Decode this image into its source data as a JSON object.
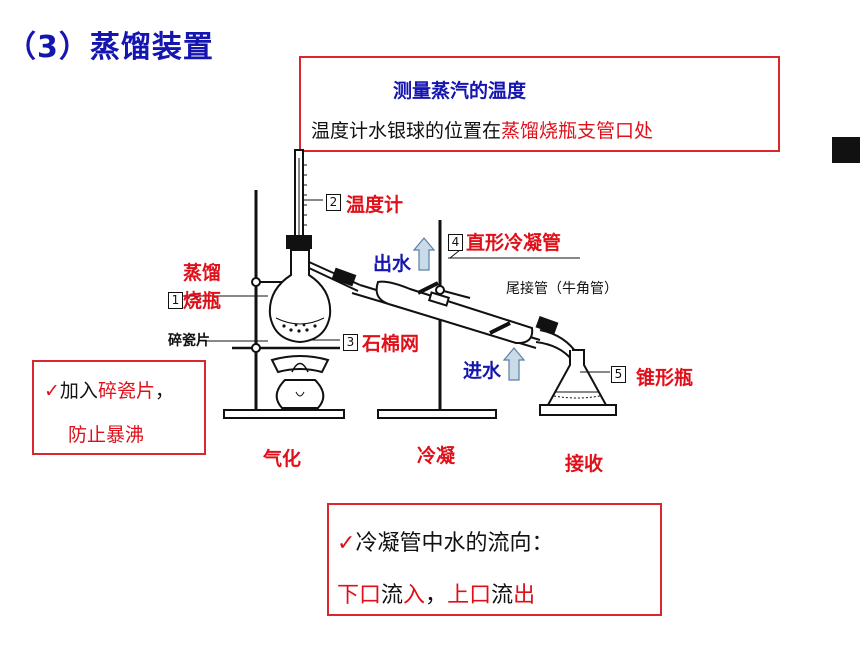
{
  "title": "（3）蒸馏装置",
  "top_box": {
    "heading": "测量蒸汽的温度",
    "line_prefix": "温度计水银球的位置在",
    "line_highlight": "蒸馏烧瓶支管口处"
  },
  "labels": {
    "n1": "1",
    "n2": "2",
    "n3": "3",
    "n4": "4",
    "n5": "5",
    "thermometer": "温度计",
    "flask_line1": "蒸馏",
    "flask_line2": "烧瓶",
    "porcelain": "碎瓷片",
    "gauze": "石棉网",
    "water_out": "出水",
    "water_in": "进水",
    "condenser": "直形冷凝管",
    "adapter": "尾接管（牛角管）",
    "conical_flask": "锥形瓶"
  },
  "stages": {
    "vaporize": "气化",
    "condense": "冷凝",
    "receive": "接收"
  },
  "left_box": {
    "check": "✓",
    "line1_a": "加入",
    "line1_b": "碎瓷片",
    "line1_c": "，",
    "line2": "防止暴沸"
  },
  "bottom_box": {
    "check": "✓",
    "line1": "冷凝管中水的流向：",
    "line2_a": "下口",
    "line2_b": "流",
    "line2_c": "入",
    "line2_d": "，",
    "line2_e": "上口",
    "line2_f": "流",
    "line2_g": "出"
  },
  "colors": {
    "title": "#1515b0",
    "highlight": "#e0101a",
    "box_border": "#d8272e"
  }
}
